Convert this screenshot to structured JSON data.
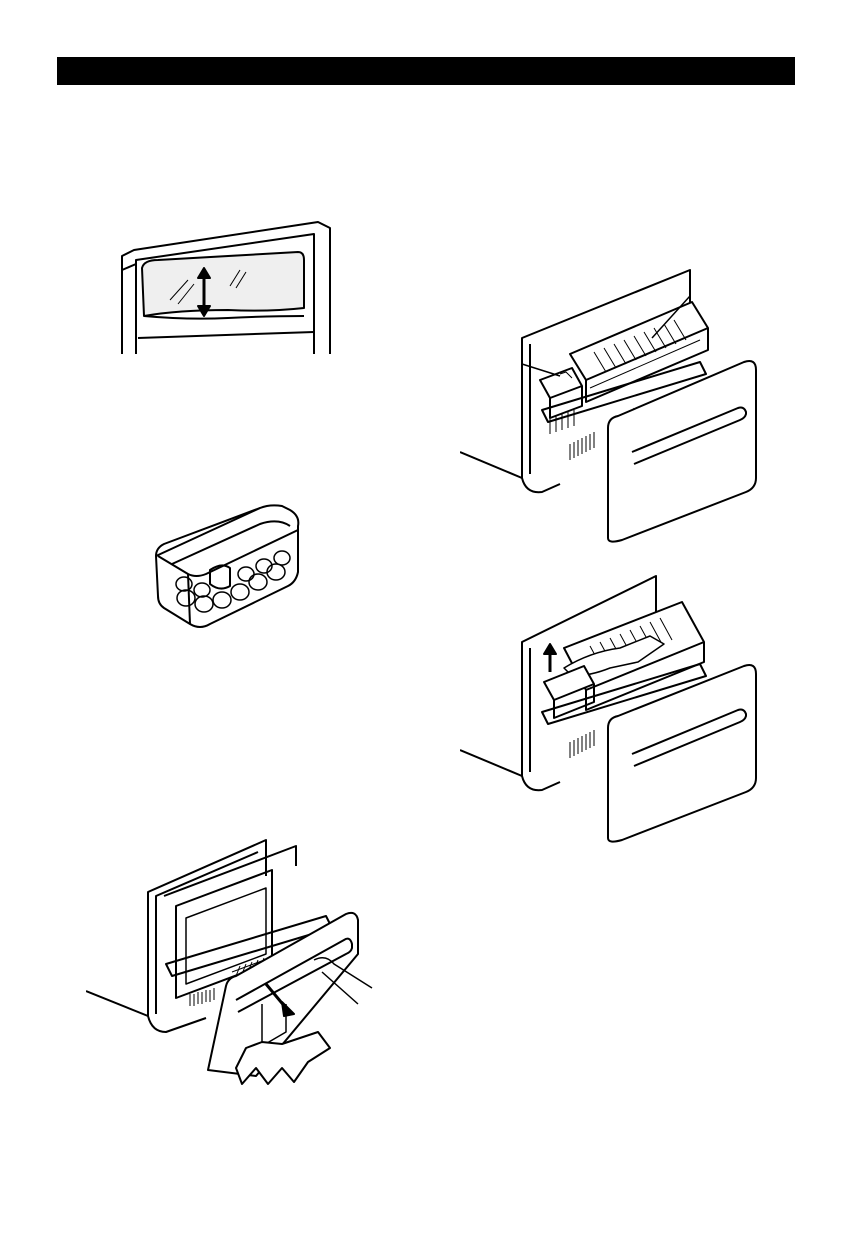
{
  "header_bar": {
    "color": "#000000"
  },
  "figures": [
    {
      "name": "door-bin-illustration"
    },
    {
      "name": "egg-box-illustration"
    },
    {
      "name": "freezer-drawer-open-illustration"
    },
    {
      "name": "freezer-baskets-illustration"
    },
    {
      "name": "remove-upper-basket-illustration"
    }
  ]
}
